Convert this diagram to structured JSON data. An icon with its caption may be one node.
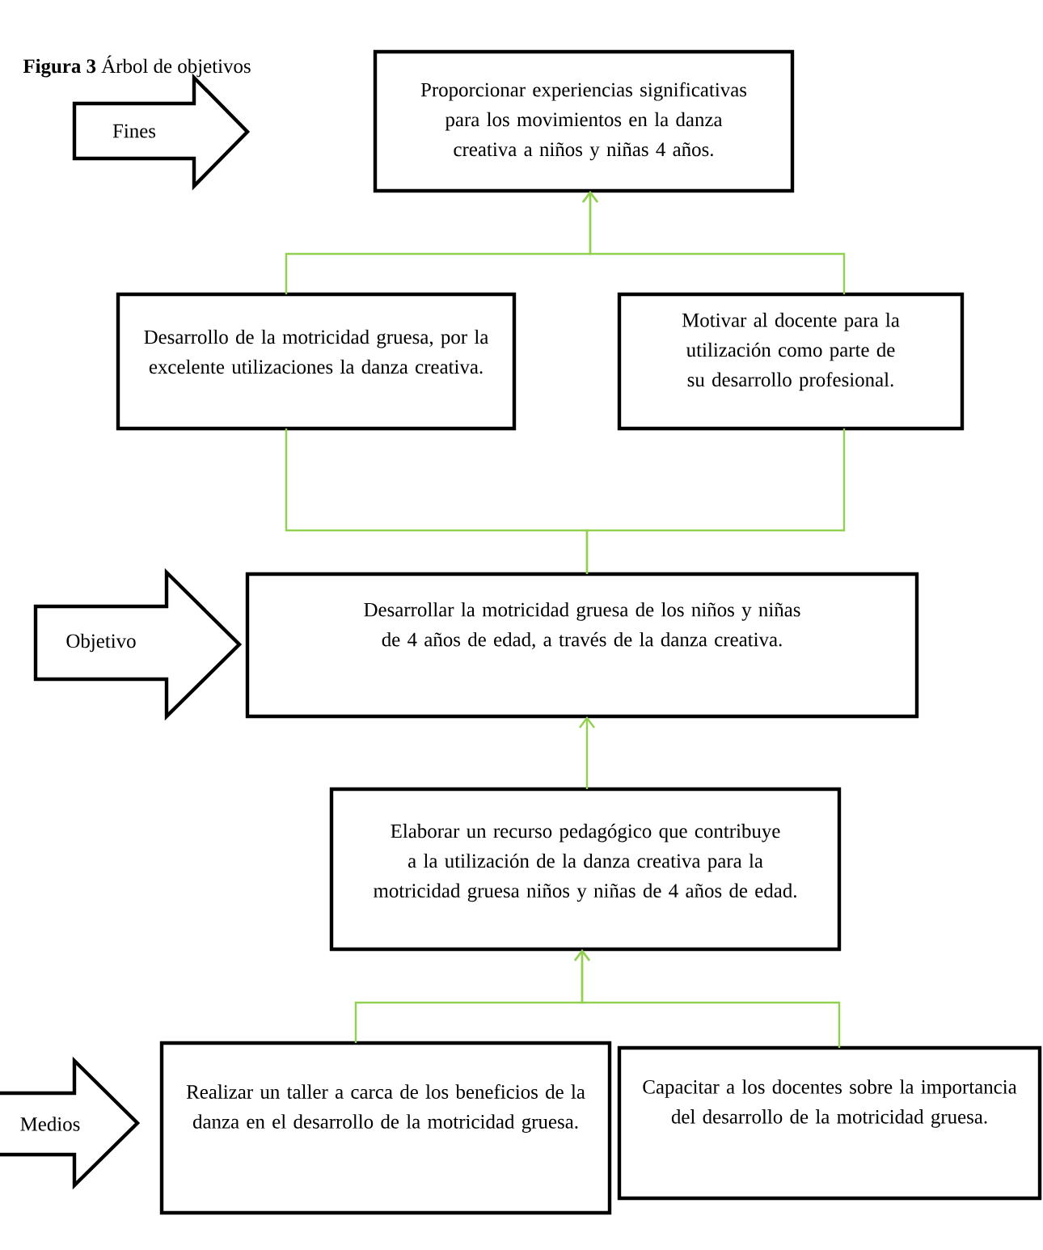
{
  "diagram": {
    "title": "**Figura 3** Árbol de objetivos",
    "nodes": [
      {
        "text": [
          "Fines"
        ]
      },
      {
        "text": [
          "Proporcionar experiencias significativas para los movimientos en la danza creativa a niños y niñas 4 años."
        ]
      },
      {
        "text": [
          "Desarrollo de la motricidad gruesa, por la excelente utilizaciones la danza creativa."
        ]
      },
      {
        "text": [
          "Motivar al docente para la utilización como parte de su desarrollo profesional."
        ]
      },
      {
        "text": [
          "Objetivo"
        ]
      },
      {
        "text": [
          "Desarrollar la motricidad gruesa de los niños y niñas de 4 años de edad, a través de la danza creativa."
        ]
      },
      {
        "text": [
          "Elaborar un recurso pedagógico que contribuye a la utilización de la danza creativa para la motricidad gruesa niños y niñas de 4 años de edad."
        ]
      },
      {
        "text": [
          "Medios"
        ]
      },
      {
        "text": [
          "Realizar un taller a carca de los beneficios de la danza en el desarrollo de la motricidad gruesa."
        ]
      },
      {
        "text": [
          "Capacitar a los docentes sobre la importancia del desarrollo de la motricidad gruesa."
        ]
      }
    ],
    "edges": [
      {
        "from": 2,
        "to": 1,
        "arrow": "to"
      },
      {
        "from": 3,
        "to": 1,
        "arrow": "to"
      },
      {
        "from": 2,
        "to": 5,
        "arrow": "none"
      },
      {
        "from": 3,
        "to": 5,
        "arrow": "none"
      },
      {
        "from": 6,
        "to": 5,
        "arrow": "to"
      },
      {
        "from": 8,
        "to": 6,
        "arrow": "to"
      },
      {
        "from": 9,
        "to": 6,
        "arrow": "to"
      }
    ]
  }
}
